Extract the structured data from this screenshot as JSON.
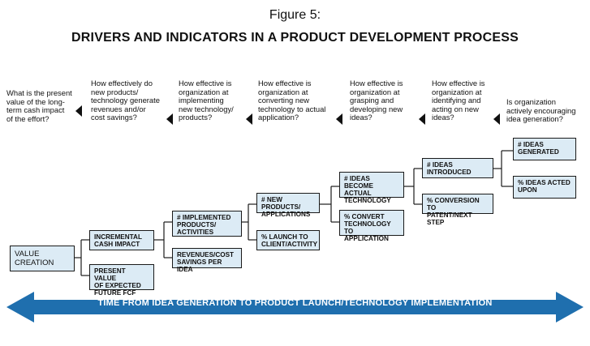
{
  "figure_label": "Figure 5:",
  "title": "DRIVERS AND INDICATORS IN A PRODUCT DEVELOPMENT PROCESS",
  "questions": [
    [
      "What is the present",
      "value of the long-",
      "term cash impact",
      "of the effort?"
    ],
    [
      "How effectively do",
      "new products/",
      "technology generate",
      "revenues and/or",
      "cost savings?"
    ],
    [
      "How effective is",
      "organization at",
      "implementing",
      "new technology/",
      "products?"
    ],
    [
      "How effective is",
      "organization at",
      "converting new",
      "technology to actual",
      "application?"
    ],
    [
      "How effective is",
      "organization at",
      "grasping and",
      "developing new",
      "ideas?"
    ],
    [
      "How effective is",
      "organization at",
      "identifying and",
      "acting on new",
      "ideas?"
    ],
    [
      "Is organization",
      "actively encouraging",
      "idea generation?"
    ]
  ],
  "boxes": {
    "value_creation": [
      "VALUE",
      "CREATION"
    ],
    "incremental_cash": [
      "INCREMENTAL",
      "CASH IMPACT"
    ],
    "present_value": [
      "PRESENT VALUE",
      "OF EXPECTED",
      "FUTURE FCF"
    ],
    "implemented": [
      "# IMPLEMENTED",
      "PRODUCTS/",
      "ACTIVITIES"
    ],
    "revenues_cost": [
      "REVENUES/COST",
      "SAVINGS PER IDEA"
    ],
    "new_products": [
      "# NEW PRODUCTS/",
      "APPLICATIONS"
    ],
    "launch": [
      "% LAUNCH TO",
      "CLIENT/ACTIVITY"
    ],
    "ideas_tech": [
      "# IDEAS",
      "BECOME ACTUAL",
      "TECHNOLOGY"
    ],
    "convert_tech": [
      "% CONVERT",
      "TECHNOLOGY TO",
      "APPLICATION"
    ],
    "ideas_introduced": [
      "# IDEAS",
      "INTRODUCED"
    ],
    "conversion_patent": [
      "% CONVERSION TO",
      "PATENT/NEXT STEP"
    ],
    "ideas_generated": [
      "# IDEAS",
      "GENERATED"
    ],
    "ideas_acted": [
      "% IDEAS ACTED",
      "UPON"
    ]
  },
  "timeline_label": "TIME FROM IDEA GENERATION TO PRODUCT LAUNCH/TECHNOLOGY IMPLEMENTATION",
  "colors": {
    "box_fill": "#dcebf5",
    "band": "#1f6fae",
    "text": "#111111"
  }
}
